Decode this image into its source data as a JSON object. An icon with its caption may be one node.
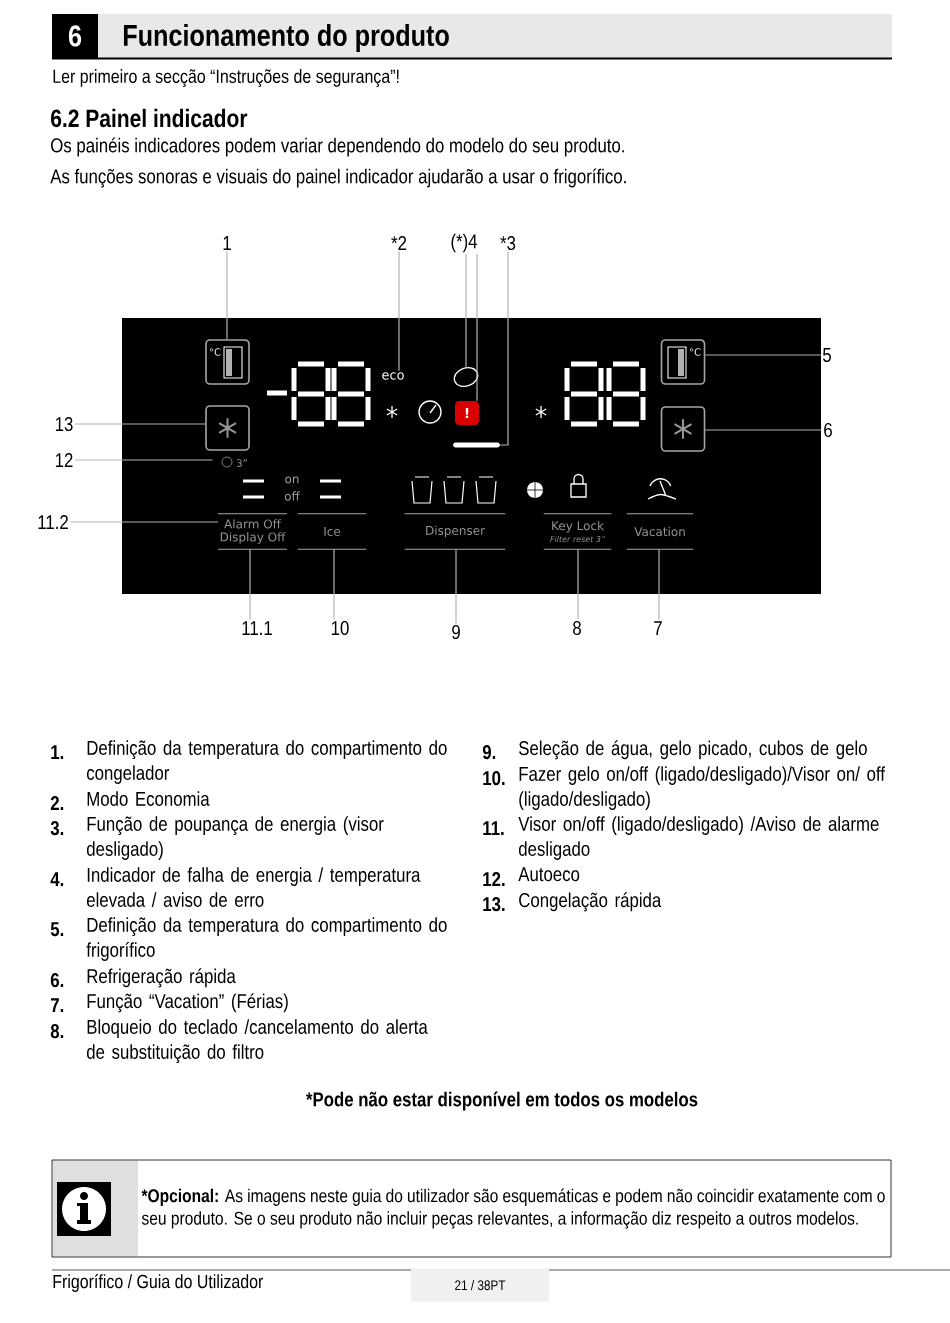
{
  "diagram": {
    "title": "Funcionamento do produto",
    "nodes": [
      {
        "text": [],
        "shape": "box"
      },
      {
        "text": [],
        "shape": "box",
        "in": 0
      },
      {
        "text": [
          "eco"
        ],
        "in": 0
      },
      {
        "text": [],
        "shape": "leaf",
        "in": 0
      },
      {
        "text": [
          "!"
        ],
        "in": 0
      },
      {
        "text": [],
        "shape": "bar",
        "in": 0
      },
      {
        "text": [],
        "shape": "box",
        "in": 0
      },
      {
        "text": [],
        "shape": "box",
        "in": 0
      },
      {
        "text": [],
        "shape": "box",
        "in": 0
      },
      {
        "text": [
          "3”"
        ],
        "in": 0
      },
      {
        "text": [
          "Alarm Off",
          "Display Off"
        ],
        "in": 0
      },
      {
        "text": [
          "Ice"
        ],
        "in": 0
      },
      {
        "text": [
          "Dispenser"
        ],
        "in": 0
      },
      {
        "text": [
          "Key Lock",
          "Filter reset 3”"
        ],
        "in": 0
      },
      {
        "text": [
          "Vacation"
        ],
        "in": 0
      },
      {
        "text": [
          "1"
        ]
      },
      {
        "text": [
          "*2"
        ]
      },
      {
        "text": [
          "(*)4"
        ]
      },
      {
        "text": [
          "*3"
        ]
      },
      {
        "text": [
          "5"
        ]
      },
      {
        "text": [
          "6"
        ]
      },
      {
        "text": [
          "13"
        ]
      },
      {
        "text": [
          "12"
        ]
      },
      {
        "text": [
          "11.2"
        ]
      },
      {
        "text": [
          "11.1"
        ]
      },
      {
        "text": [
          "10"
        ]
      },
      {
        "text": [
          "9"
        ]
      },
      {
        "text": [
          "8"
        ]
      },
      {
        "text": [
          "7"
        ]
      },
      {
        "text": [
          "*Opcional:",
          "As imagens neste guia do utilizador são esquemáticas e podem não coincidir exatamente com o seu produto. Se o seu produto não incluir peças relevantes, a informação diz respeito a outros modelos."
        ]
      }
    ],
    "edges": [
      {
        "from": 15,
        "to": 1,
        "arrow": "none"
      },
      {
        "from": 16,
        "to": 2,
        "arrow": "none"
      },
      {
        "from": 17,
        "to": 3,
        "arrow": "none"
      },
      {
        "from": 17,
        "to": 4,
        "arrow": "none"
      },
      {
        "from": 18,
        "to": 5,
        "arrow": "none"
      },
      {
        "from": 19,
        "to": 6,
        "arrow": "none"
      },
      {
        "from": 20,
        "to": 8,
        "arrow": "none"
      },
      {
        "from": 21,
        "to": 7,
        "arrow": "none"
      },
      {
        "from": 22,
        "to": 9,
        "arrow": "none"
      },
      {
        "from": 23,
        "to": 10,
        "arrow": "none"
      },
      {
        "from": 24,
        "to": 10,
        "arrow": "none"
      },
      {
        "from": 25,
        "to": 11,
        "arrow": "none"
      },
      {
        "from": 26,
        "to": 12,
        "arrow": "none"
      },
      {
        "from": 27,
        "to": 13,
        "arrow": "none"
      },
      {
        "from": 28,
        "to": 14,
        "arrow": "none"
      }
    ],
    "labels": [
      "6",
      "Ler primeiro a secção “Instruções de segurança”!",
      "6.2 Painel indicador",
      "Os painéis indicadores podem variar dependendo do modelo do seu produto.",
      "As funções sonoras e visuais do painel indicador ajudarão a usar o frigorífico.",
      "°C",
      "°C",
      "on",
      "off",
      "1.",
      "Definição da temperatura do compartimento do congelador",
      "2.",
      "Modo Economia",
      "3.",
      "Função de poupança de energia (visor desligado)",
      "4.",
      "Indicador de falha de energia / temperatura elevada / aviso de erro",
      "5.",
      "Definição da temperatura do compartimento do frigorífico",
      "6.",
      "Refrigeração rápida",
      "7.",
      "Função “Vacation” (Férias)",
      "8.",
      "Bloqueio do teclado /cancelamento do alerta de substituição do filtro",
      "9.",
      "Seleção de água, gelo picado, cubos de gelo",
      "10.",
      "Fazer gelo on/off (ligado/desligado)/Visor on/ off (ligado/desligado)",
      "11.",
      "Visor on/off (ligado/desligado) /Aviso de alarme desligado",
      "12.",
      "Autoeco",
      "13.",
      "Congelação rápida",
      "*Pode não estar disponível em todos os modelos",
      "Frigorífico / Guia do Utilizador",
      "21 / 38PT"
    ]
  }
}
